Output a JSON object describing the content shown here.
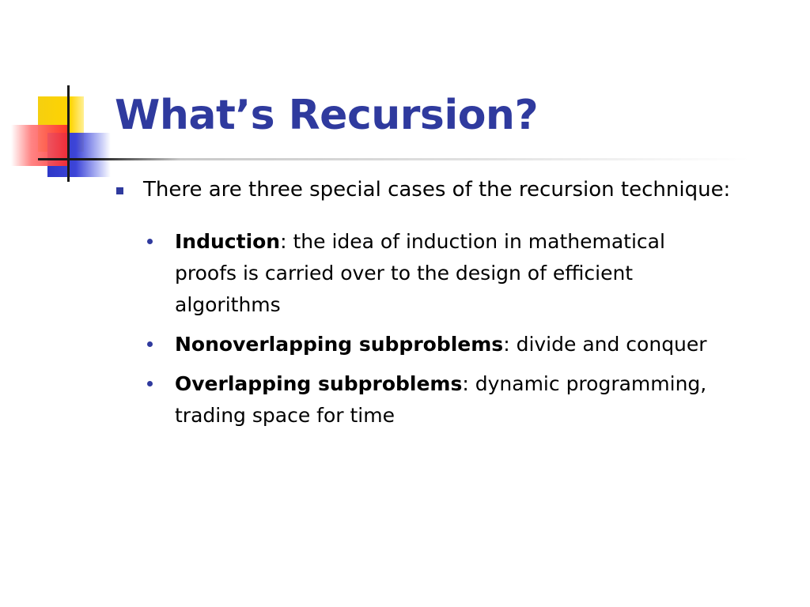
{
  "slide": {
    "title": "What’s Recursion?",
    "accent_color": "#2f3a9e",
    "decoration_icon": "corner-squares-motif",
    "intro": {
      "text": "There are three special cases of the recursion technique:",
      "bullet_icon": "square-bullet-icon"
    },
    "cases": [
      {
        "term": "Induction",
        "separator": ":",
        "description": " the idea of induction in mathematical proofs is carried over to the design of efficient algorithms",
        "bullet_icon": "dot-bullet-icon"
      },
      {
        "term": "Nonoverlapping subproblems",
        "separator": ":",
        "description": " divide and conquer",
        "bullet_icon": "dot-bullet-icon"
      },
      {
        "term": "Overlapping subproblems",
        "separator": ":",
        "description": " dynamic programming, trading space for time",
        "bullet_icon": "dot-bullet-icon"
      }
    ]
  }
}
